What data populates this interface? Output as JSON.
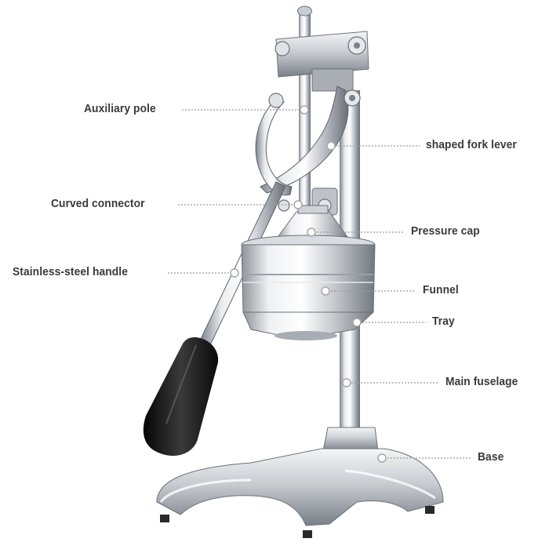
{
  "labels": {
    "auxiliary_pole": "Auxiliary pole",
    "shaped_fork_lever": "shaped fork lever",
    "curved_connector": "Curved connector",
    "pressure_cap": "Pressure cap",
    "stainless_steel_handle": "Stainless-steel handle",
    "funnel": "Funnel",
    "tray": "Tray",
    "main_fuselage": "Main fuselage",
    "base": "Base"
  },
  "colors": {
    "background": "#ffffff",
    "label_text": "#3a3a3a",
    "leader_line": "#9a9a9a",
    "steel_light": "#f2f3f5",
    "steel_mid": "#b9bdc3",
    "steel_dark": "#6c7178",
    "grip": "#1b1b1b"
  }
}
